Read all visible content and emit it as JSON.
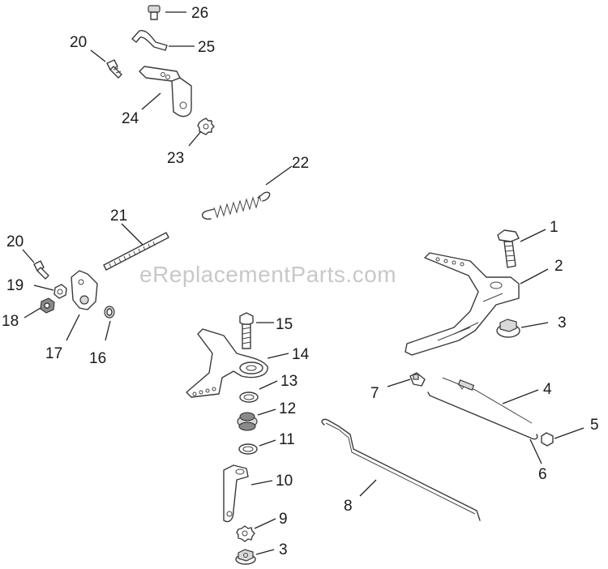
{
  "watermark": "eReplacementParts.com",
  "callouts": [
    {
      "id": "c26",
      "label": "26"
    },
    {
      "id": "c25",
      "label": "25"
    },
    {
      "id": "c20a",
      "label": "20"
    },
    {
      "id": "c24",
      "label": "24"
    },
    {
      "id": "c23",
      "label": "23"
    },
    {
      "id": "c22",
      "label": "22"
    },
    {
      "id": "c21",
      "label": "21"
    },
    {
      "id": "c20b",
      "label": "20"
    },
    {
      "id": "c19",
      "label": "19"
    },
    {
      "id": "c18",
      "label": "18"
    },
    {
      "id": "c17",
      "label": "17"
    },
    {
      "id": "c16",
      "label": "16"
    },
    {
      "id": "c15",
      "label": "15"
    },
    {
      "id": "c14",
      "label": "14"
    },
    {
      "id": "c13",
      "label": "13"
    },
    {
      "id": "c12",
      "label": "12"
    },
    {
      "id": "c11",
      "label": "11"
    },
    {
      "id": "c10",
      "label": "10"
    },
    {
      "id": "c9",
      "label": "9"
    },
    {
      "id": "c3a",
      "label": "3"
    },
    {
      "id": "c1",
      "label": "1"
    },
    {
      "id": "c2",
      "label": "2"
    },
    {
      "id": "c3b",
      "label": "3"
    },
    {
      "id": "c4",
      "label": "4"
    },
    {
      "id": "c5",
      "label": "5"
    },
    {
      "id": "c6",
      "label": "6"
    },
    {
      "id": "c7",
      "label": "7"
    },
    {
      "id": "c8",
      "label": "8"
    }
  ]
}
